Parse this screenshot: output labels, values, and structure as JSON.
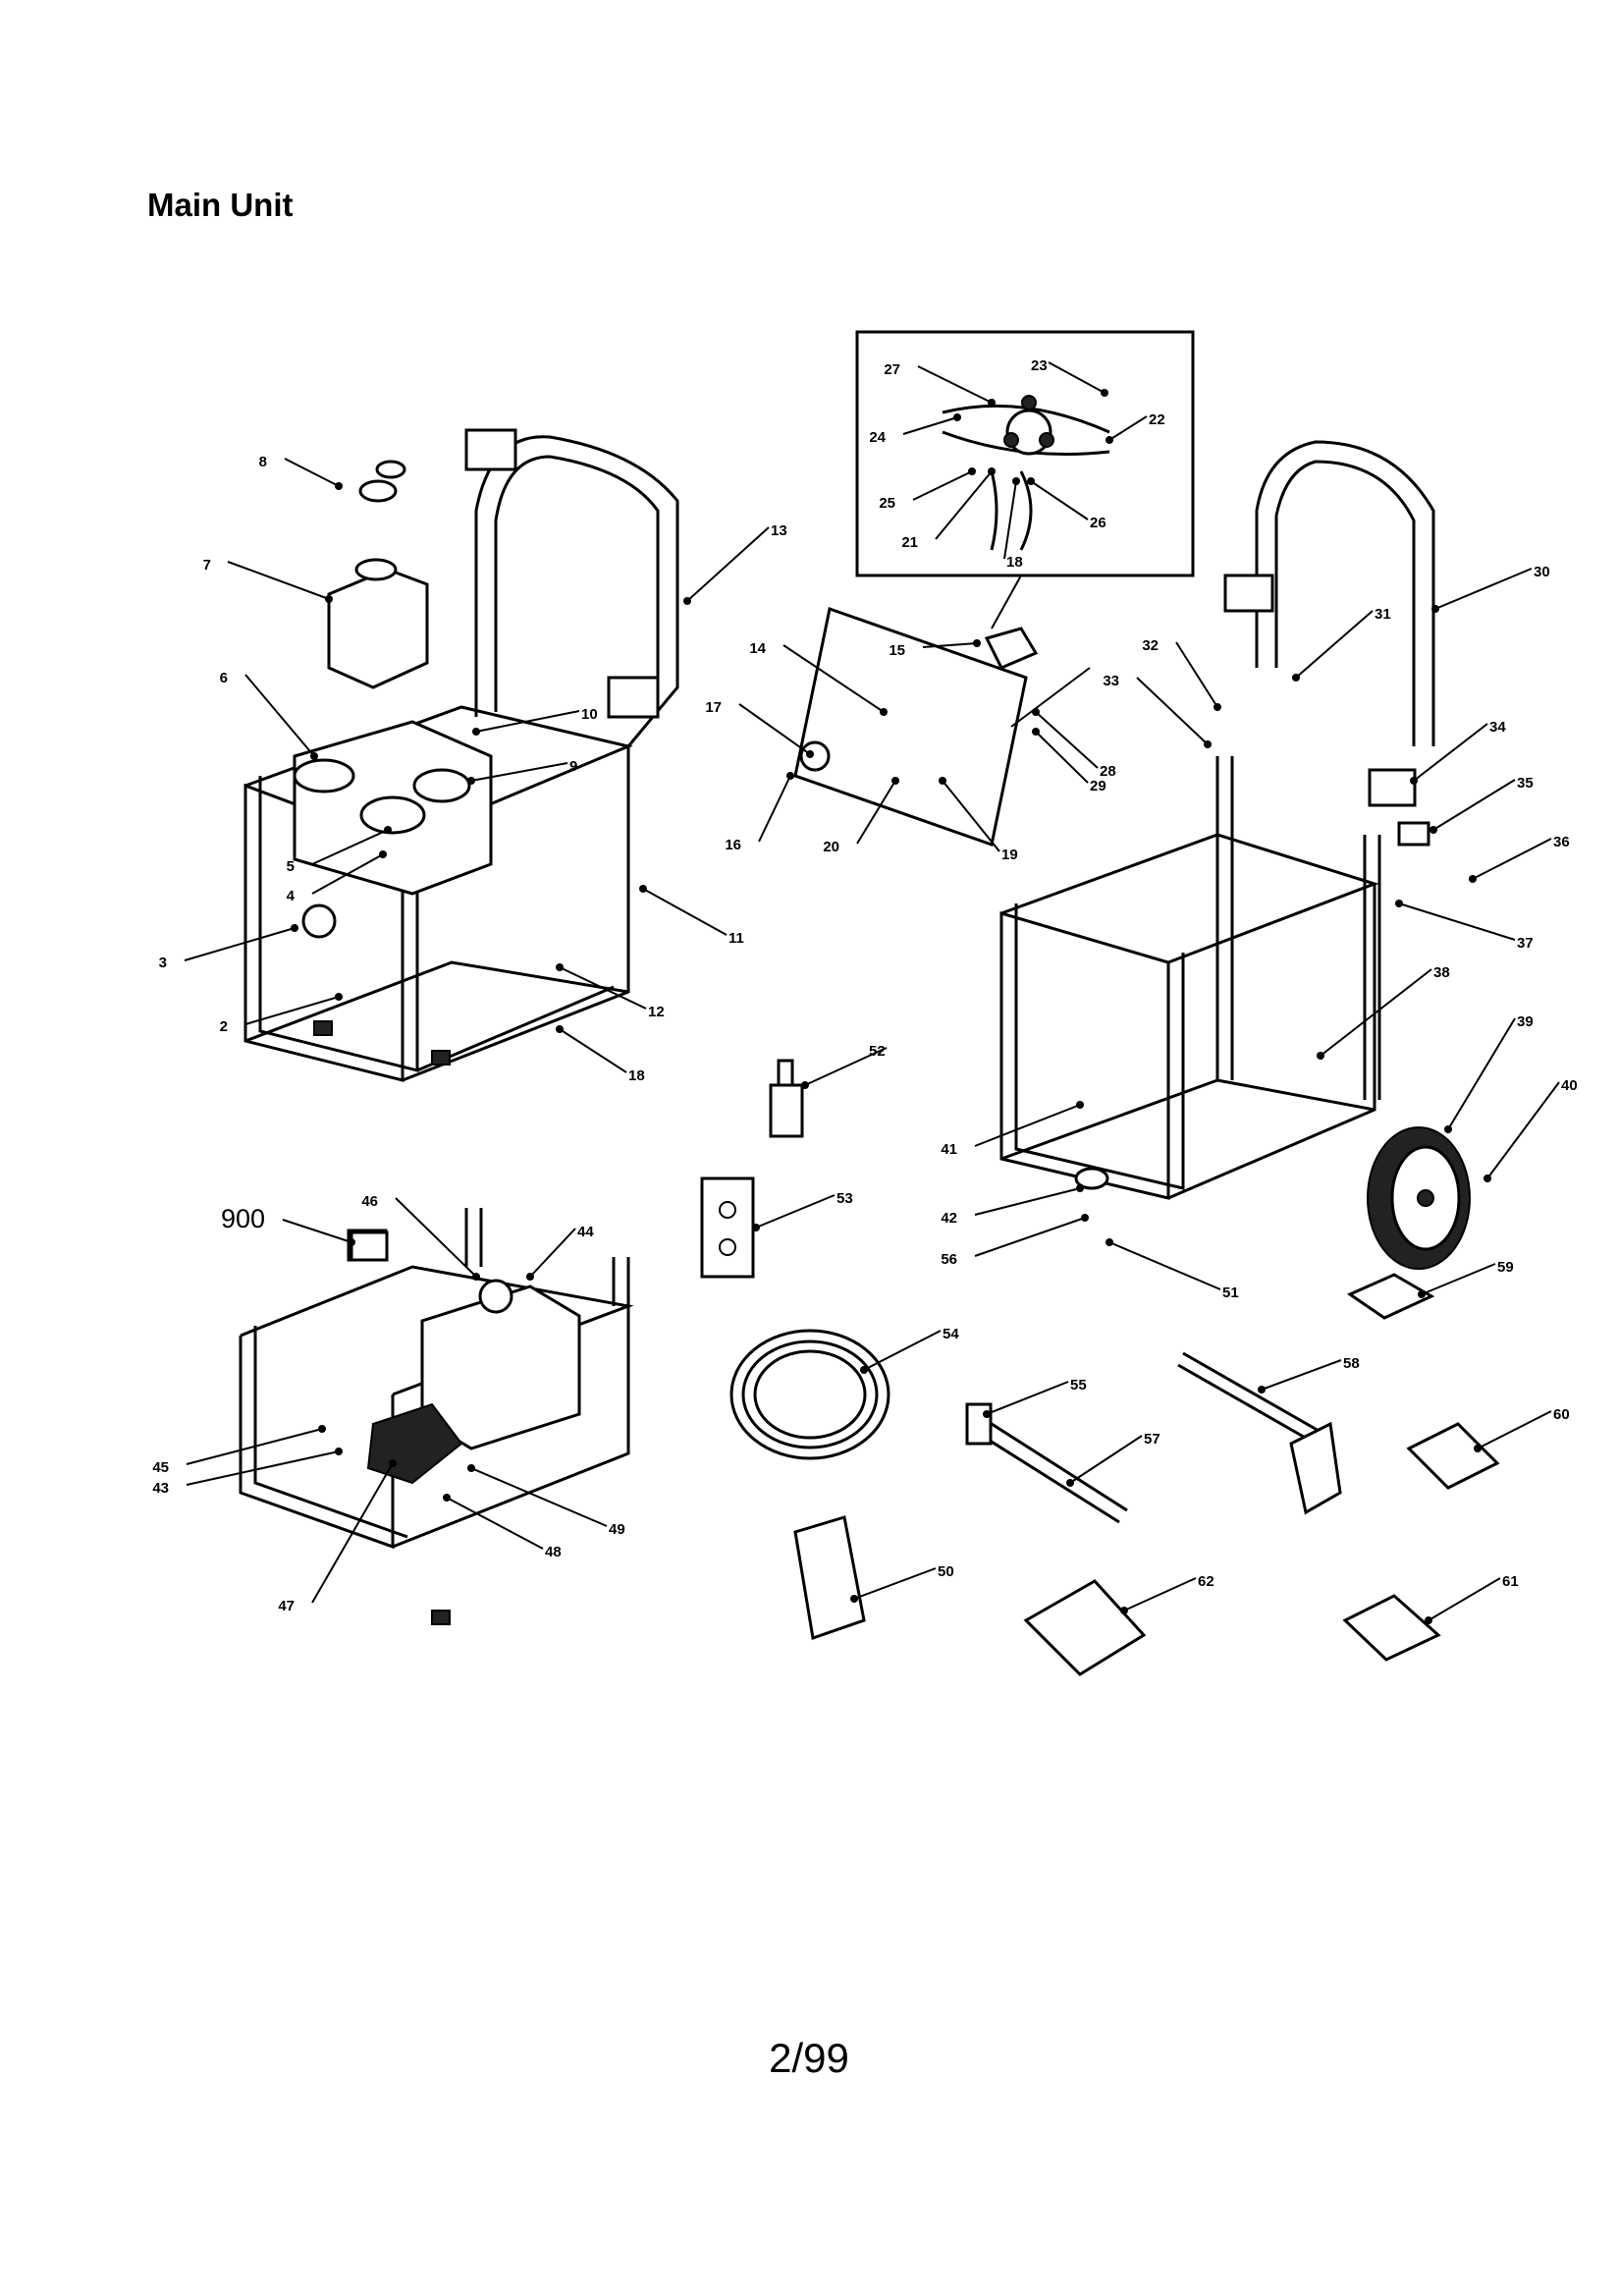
{
  "page": {
    "title": "Main Unit",
    "footer": "2/99"
  },
  "callouts": [
    "8",
    "7",
    "6",
    "5",
    "4",
    "3",
    "2",
    "13",
    "10",
    "9",
    "11",
    "12",
    "18",
    "27",
    "23",
    "22",
    "24",
    "25",
    "26",
    "21",
    "18",
    "15",
    "14",
    "17",
    "16",
    "20",
    "19",
    "28",
    "29",
    "30",
    "31",
    "32",
    "33",
    "34",
    "35",
    "36",
    "37",
    "38",
    "39",
    "40",
    "41",
    "42",
    "56",
    "51",
    "52",
    "53",
    "54",
    "55",
    "57",
    "58",
    "59",
    "60",
    "61",
    "62",
    "50",
    "900",
    "46",
    "44",
    "45",
    "43",
    "47",
    "48",
    "49"
  ]
}
